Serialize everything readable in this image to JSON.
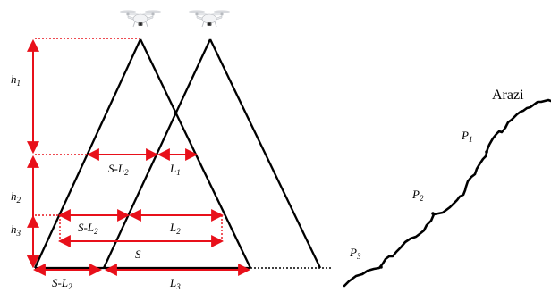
{
  "terrain_label": "Arazi",
  "heights": [
    {
      "main": "h",
      "sub": "1"
    },
    {
      "main": "h",
      "sub": "2"
    },
    {
      "main": "h",
      "sub": "3"
    }
  ],
  "spans": {
    "upper_overlap": {
      "main": "S-L",
      "sub": "2"
    },
    "upper_l": {
      "main": "L",
      "sub": "1"
    },
    "mid_overlap": {
      "main": "S-L",
      "sub": "2"
    },
    "mid_l": {
      "main": "L",
      "sub": "2"
    },
    "s": {
      "main": "S",
      "sub": ""
    },
    "bottom_overlap": {
      "main": "S-L",
      "sub": "2"
    },
    "bottom_l": {
      "main": "L",
      "sub": "3"
    }
  },
  "points": [
    {
      "main": "P",
      "sub": "1"
    },
    {
      "main": "P",
      "sub": "2"
    },
    {
      "main": "P",
      "sub": "3"
    }
  ],
  "drones": [
    {
      "icon": "drone-icon"
    },
    {
      "icon": "drone-icon"
    }
  ],
  "colors": {
    "dimension": "#e8101a",
    "stroke": "#000000",
    "drone_body": "#f2f3f5",
    "drone_shade": "#c9ccd1"
  }
}
